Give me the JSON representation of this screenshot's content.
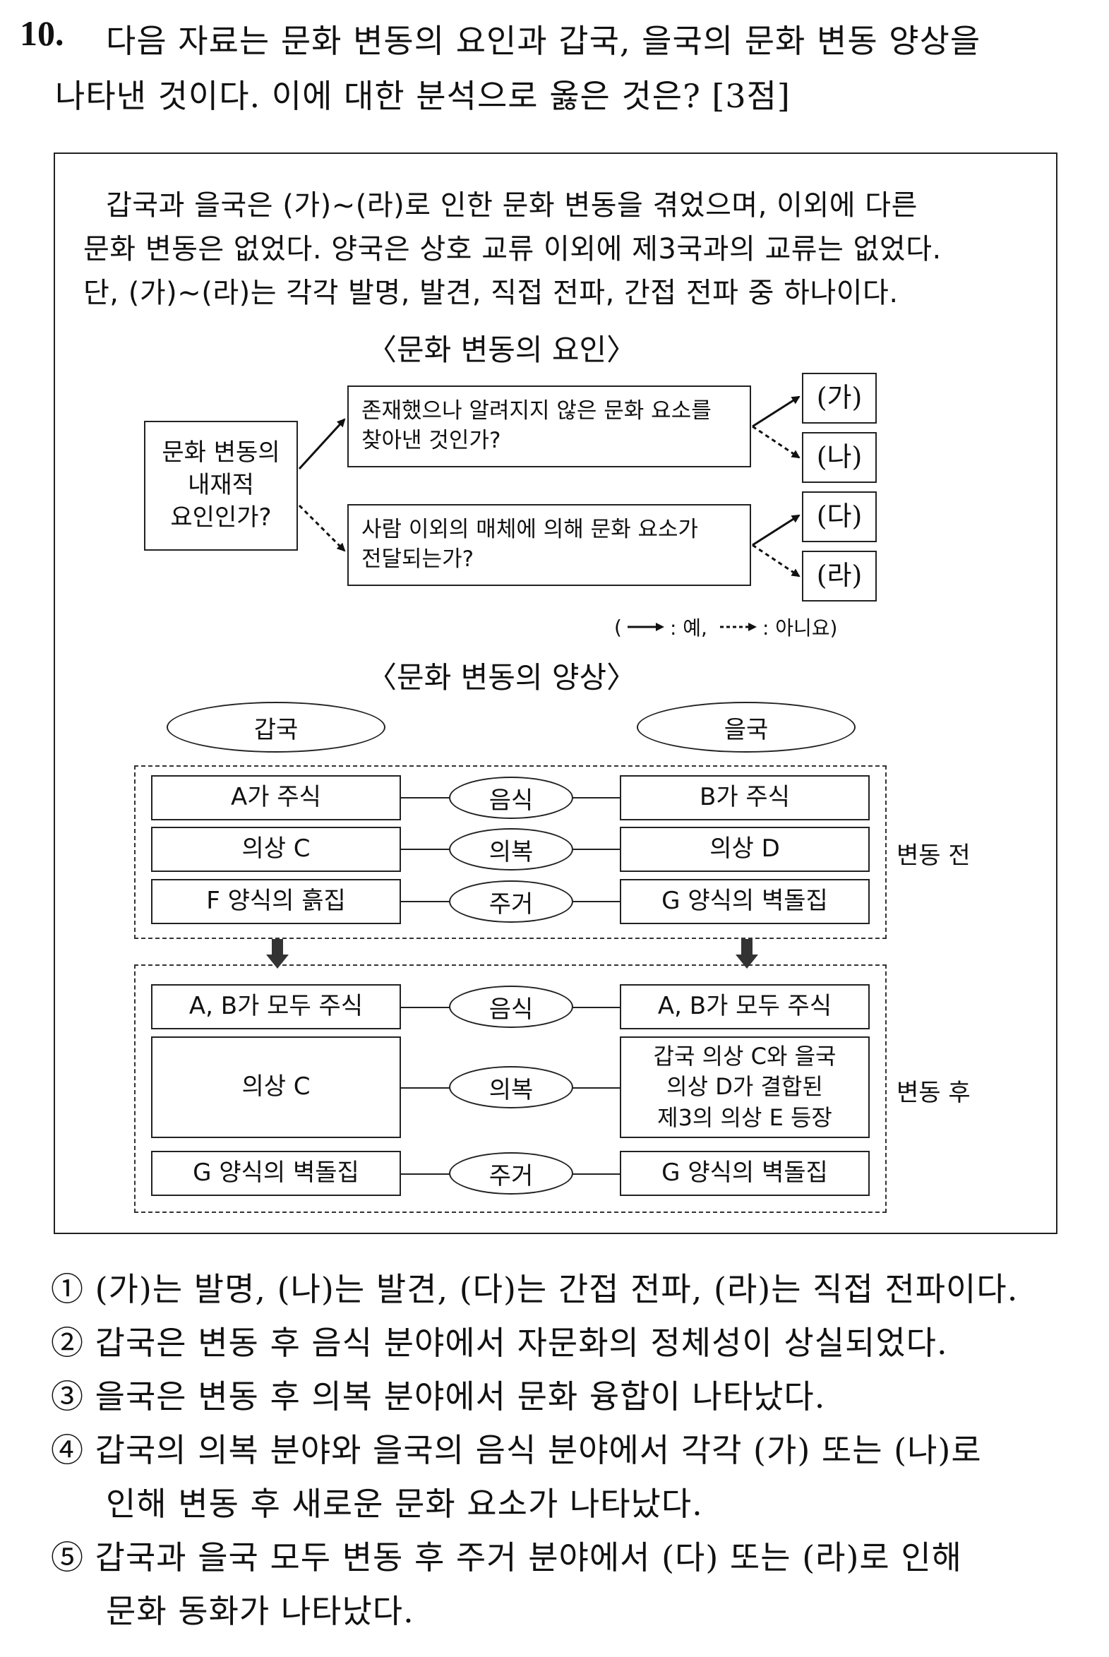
{
  "question": {
    "number": "10.",
    "line1": "다음 자료는 문화 변동의 요인과 갑국, 을국의 문화 변동 양상을",
    "line2": "나타낸 것이다. 이에 대한 분석으로 옳은 것은? [3점]"
  },
  "intro": {
    "line1": "갑국과 을국은 (가)~(라)로 인한 문화 변동을 겪었으며, 이외에 다른",
    "line2": "문화 변동은 없었다. 양국은 상호 교류 이외에 제3국과의 교류는 없었다.",
    "line3": "단, (가)~(라)는 각각 발명, 발견, 직접 전파, 간접 전파 중 하나이다."
  },
  "factors": {
    "title": "〈문화 변동의 요인〉",
    "root": "문화 변동의\n내재적\n요인인가?",
    "q_top": "존재했으나 알려지지 않은 문화 요소를\n찾아낸 것인가?",
    "q_bottom": "사람 이외의 매체에 의해 문화 요소가\n전달되는가?",
    "leaves": [
      "(가)",
      "(나)",
      "(다)",
      "(라)"
    ],
    "legend_yes": ": 예,",
    "legend_no": ": 아니요)",
    "legend_open": "("
  },
  "patterns": {
    "title": "〈문화 변동의 양상〉",
    "country_left": "갑국",
    "country_right": "을국",
    "before_label": "변동 전",
    "after_label": "변동 후",
    "before": [
      {
        "left": "A가 주식",
        "mid": "음식",
        "right": "B가 주식"
      },
      {
        "left": "의상 C",
        "mid": "의복",
        "right": "의상 D"
      },
      {
        "left": "F 양식의 흙집",
        "mid": "주거",
        "right": "G 양식의 벽돌집"
      }
    ],
    "after": [
      {
        "left": "A, B가 모두 주식",
        "mid": "음식",
        "right": "A, B가 모두 주식"
      },
      {
        "left": "의상 C",
        "mid": "의복",
        "right": "갑국 의상 C와 을국\n의상 D가 결합된\n제3의 의상 E 등장"
      },
      {
        "left": "G 양식의 벽돌집",
        "mid": "주거",
        "right": "G 양식의 벽돌집"
      }
    ]
  },
  "options": [
    "① (가)는 발명, (나)는 발견, (다)는 간접 전파, (라)는 직접 전파이다.",
    "② 갑국은 변동 후 음식 분야에서 자문화의 정체성이 상실되었다.",
    "③ 을국은 변동 후 의복 분야에서 문화 융합이 나타났다.",
    "④ 갑국의 의복 분야와 을국의 음식 분야에서 각각 (가) 또는 (나)로",
    "인해 변동 후 새로운 문화 요소가 나타났다.",
    "⑤ 갑국과 을국 모두 변동 후 주거 분야에서 (다) 또는 (라)로 인해",
    "문화 동화가 나타났다."
  ]
}
